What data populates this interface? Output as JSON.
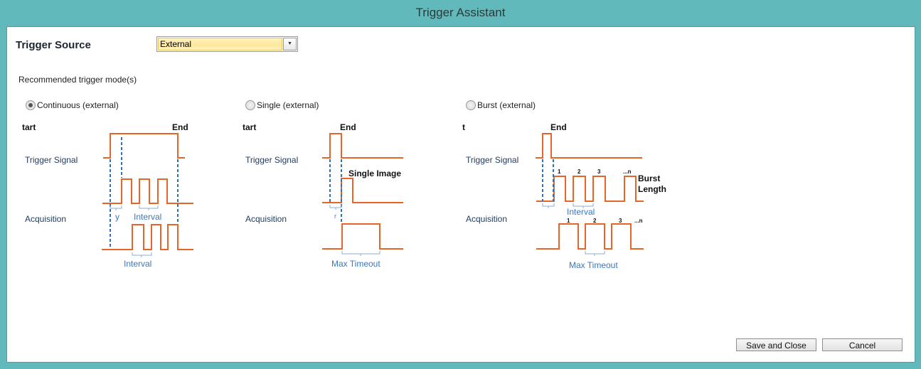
{
  "window": {
    "title": "Trigger Assistant"
  },
  "trigger_source": {
    "label": "Trigger Source",
    "value": "External"
  },
  "recommended_label": "Recommended trigger mode(s)",
  "modes": [
    {
      "label": "Continuous (external)",
      "selected": true,
      "start": "tart",
      "end": "End",
      "trigger_label": "Trigger Signal",
      "acq_label": "Acquisition",
      "delay": "y",
      "interval1": "Interval",
      "interval2": "Interval"
    },
    {
      "label": "Single (external)",
      "selected": false,
      "start": "tart",
      "end": "End",
      "trigger_label": "Trigger Signal",
      "acq_label": "Acquisition",
      "single_image": "Single Image",
      "delay": "r",
      "max_timeout": "Max Timeout"
    },
    {
      "label": "Burst (external)",
      "selected": false,
      "start": "t",
      "end": "End",
      "trigger_label": "Trigger Signal",
      "acq_label": "Acquisition",
      "burst_1": "Burst",
      "burst_2": "Length",
      "interval": "Interval",
      "max_timeout": "Max Timeout",
      "n1": "1",
      "n2": "2",
      "n3": "3",
      "nn": "...n"
    }
  ],
  "buttons": {
    "save": "Save and Close",
    "cancel": "Cancel"
  },
  "colors": {
    "frame": "#62b9bb",
    "signal": "#e8652a",
    "marker": "#2f6fb5"
  }
}
